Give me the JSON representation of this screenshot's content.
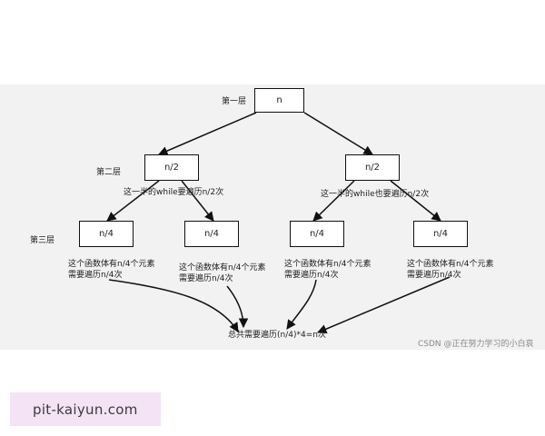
{
  "diagram": {
    "levels": {
      "level1": "第一层",
      "level2": "第二层",
      "level3": "第三层"
    },
    "nodes": {
      "root": "n",
      "left_mid": "n/2",
      "right_mid": "n/2",
      "leaf1": "n/4",
      "leaf2": "n/4",
      "leaf3": "n/4",
      "leaf4": "n/4"
    },
    "annotations": {
      "left_mid": "这一半的while要遍历n/2次",
      "right_mid": "这一半的while也要遍历n/2次",
      "leaf1_line1": "这个函数体有n/4个元素",
      "leaf1_line2": "需要遍历n/4次",
      "leaf2_line1": "这个函数体有n/4个元素",
      "leaf2_line2": "需要遍历n/4次",
      "leaf3_line1": "这个函数体有n/4个元素",
      "leaf3_line2": "需要遍历n/4次",
      "leaf4_line1": "这个函数体有n/4个元素",
      "leaf4_line2": "需要遍历n/4次",
      "total": "总共需要遍历(n/4)*4=n次"
    }
  },
  "watermarks": {
    "csdn": "CSDN @正在努力学习的小白哀",
    "site": "pit-kaiyun.com"
  }
}
